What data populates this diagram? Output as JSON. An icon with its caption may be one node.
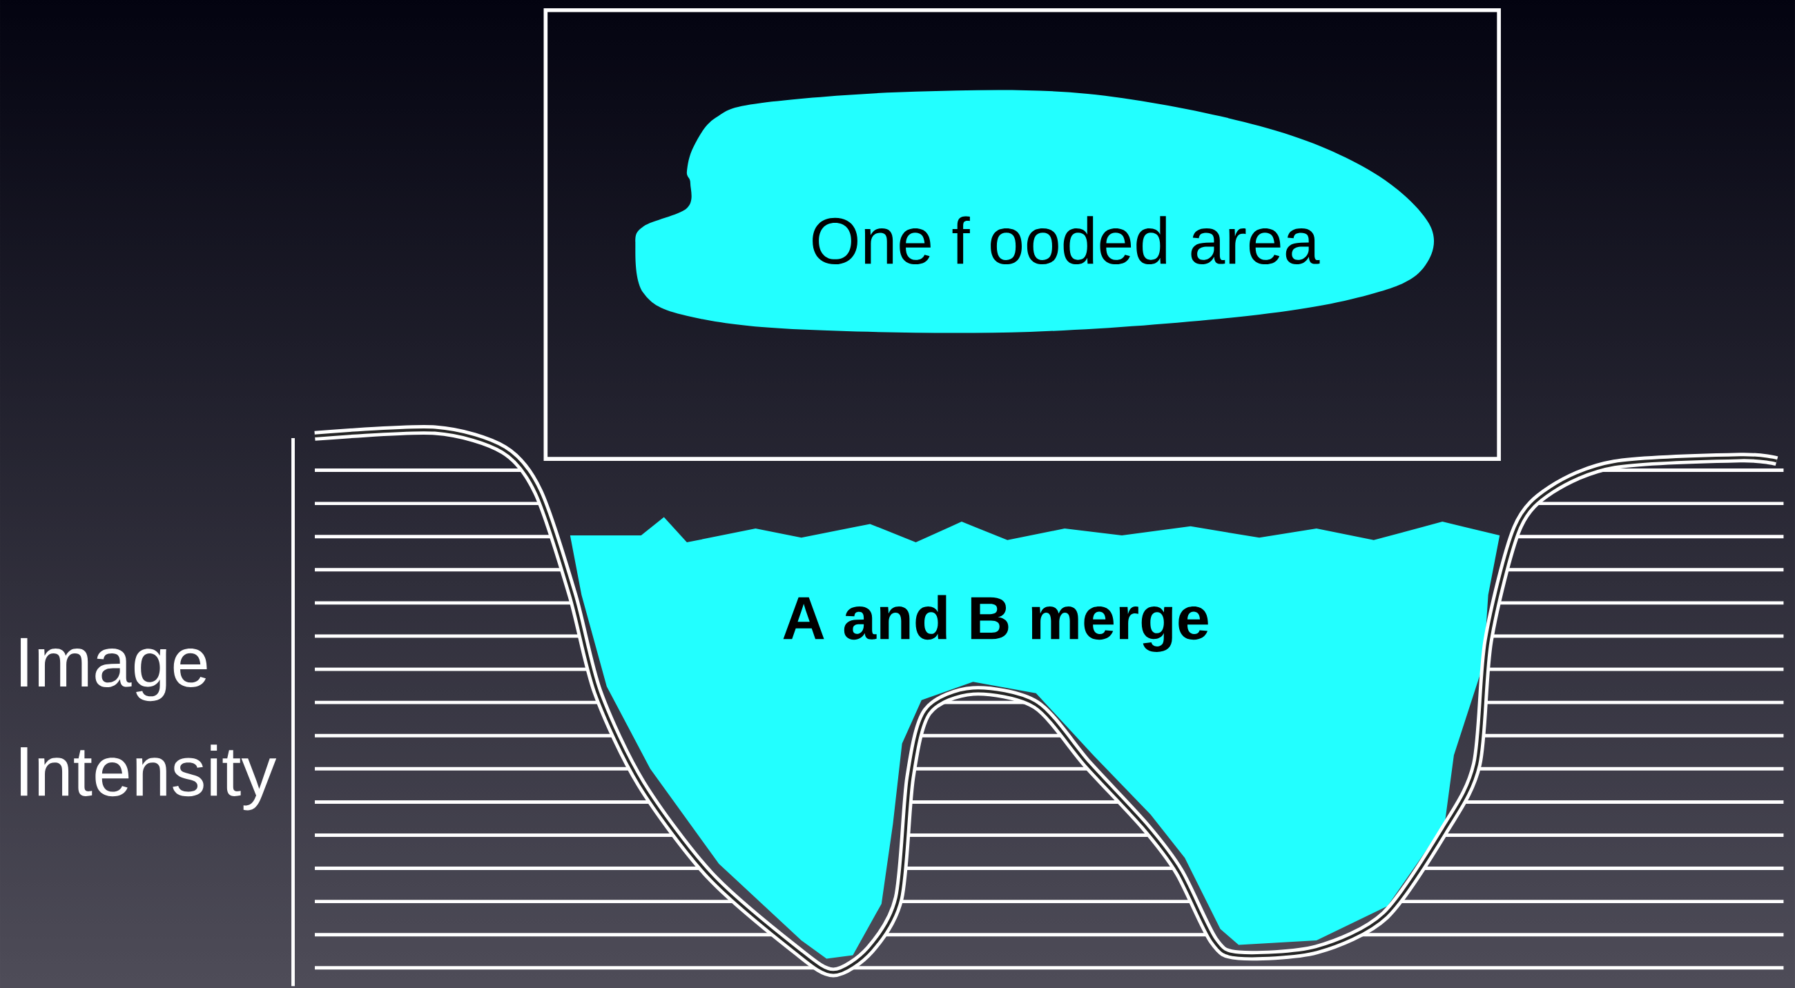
{
  "diagram": {
    "nodes": [
      {
        "text": [],
        "shape": "box"
      },
      {
        "text": [
          "One f ooded area"
        ],
        "in": 0
      },
      {
        "text": [
          "A and B merge"
        ]
      }
    ],
    "labels": [
      "Image Intensity"
    ]
  }
}
